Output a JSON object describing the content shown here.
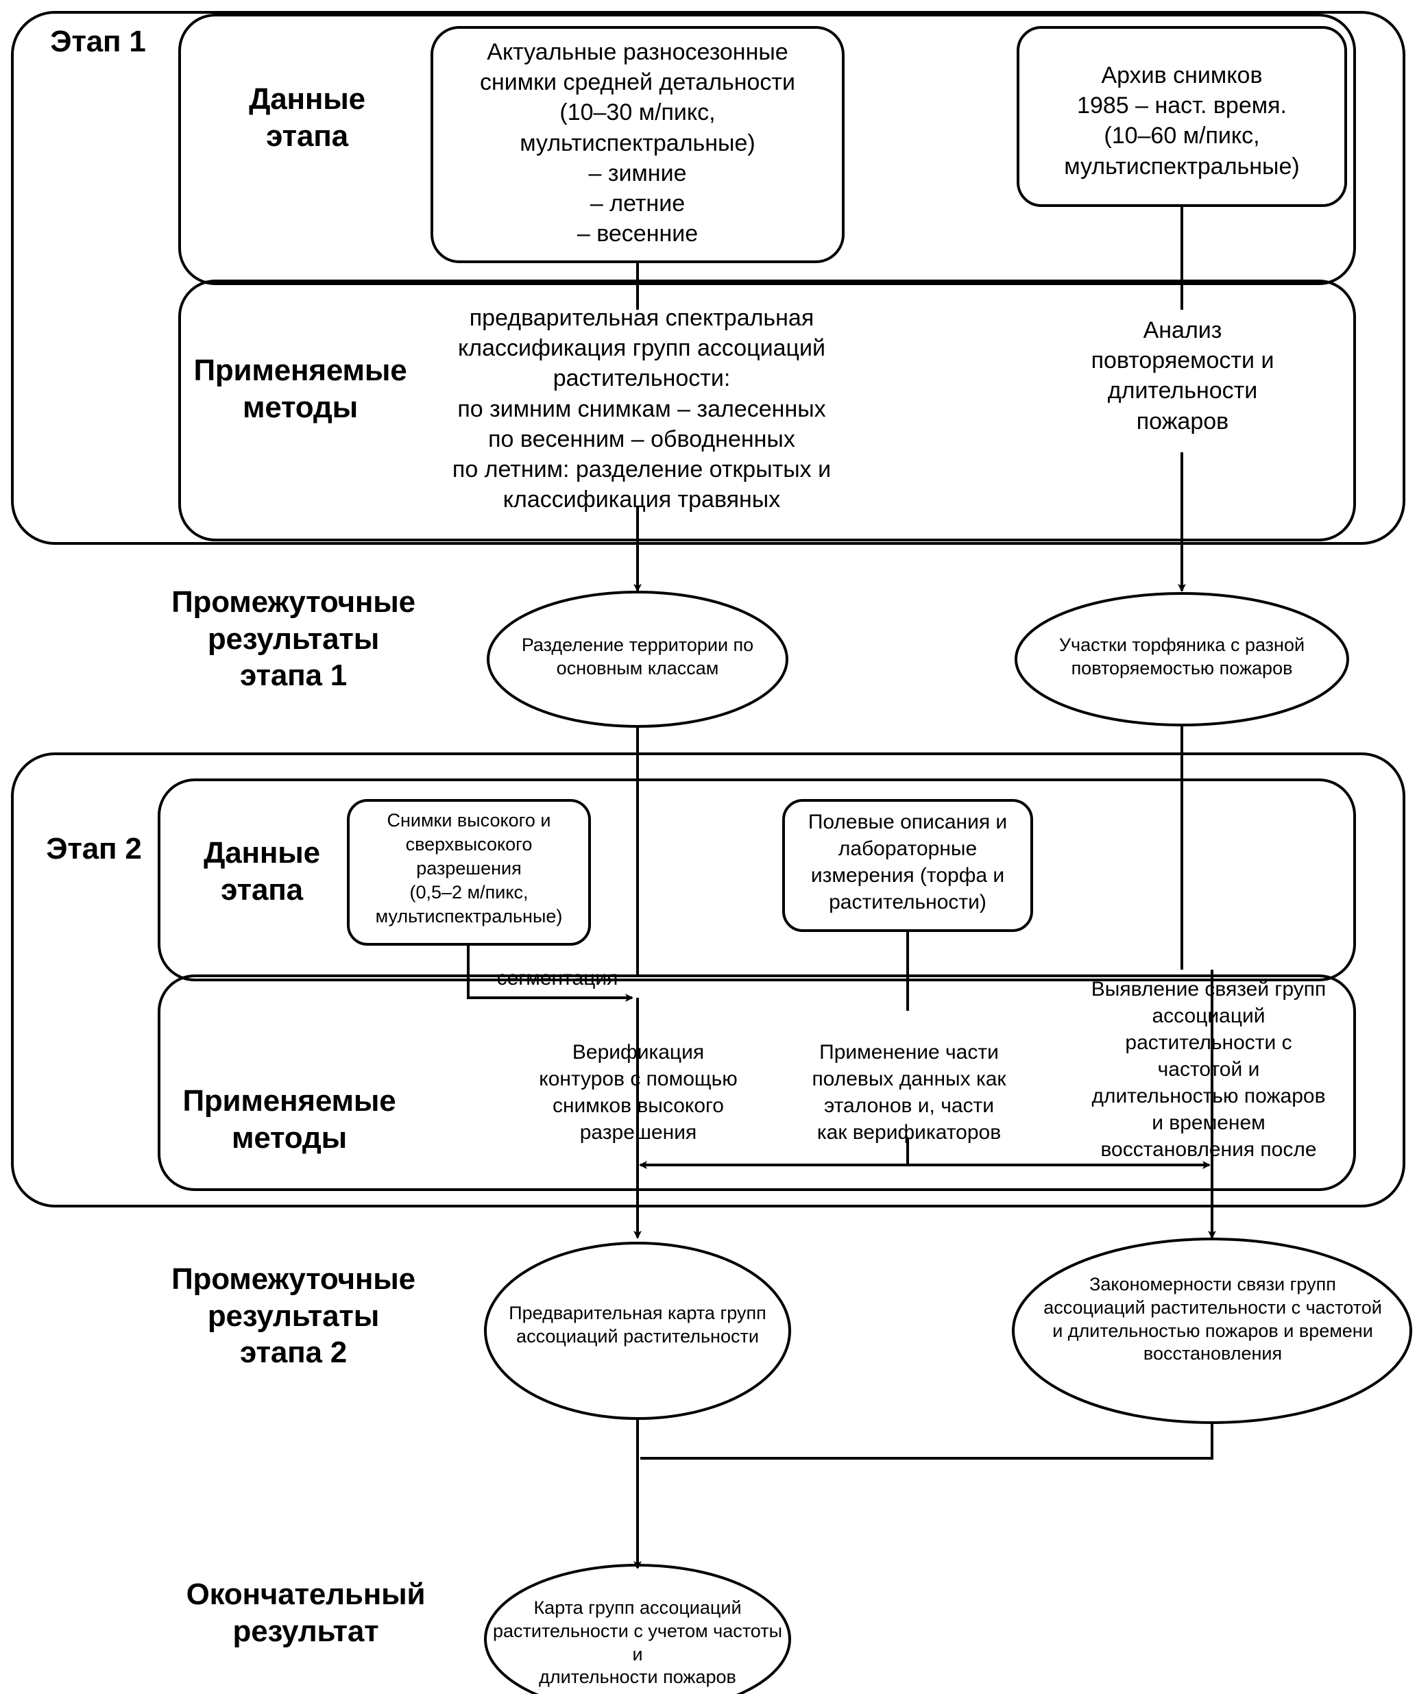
{
  "diagram": {
    "title_domain": "methodology-flowchart",
    "stage1": {
      "label": "Этап 1",
      "data_label": "Данные\nэтапа",
      "methods_label": "Применяемые\nметоды",
      "data_boxes": [
        {
          "text": "Актуальные разносезонные\nснимки средней детальности\n(10–30 м/пикс,\nмультиспектральные)\n– зимние\n– летние\n– весенние"
        },
        {
          "text": "Архив снимков\n1985 – наст. время.\n(10–60 м/пикс,\nмультиспектральные)"
        }
      ],
      "methods": [
        {
          "text": "предварительная спектральная\nклассификация групп ассоциаций\nрастительности:\nпо зимним снимкам – залесенных\nпо весенним – обводненных\nпо летним: разделение открытых и\nклассификация травяных"
        },
        {
          "text": "Анализ\nповторяемости и\nдлительности\nпожаров"
        }
      ],
      "results_label": "Промежуточные\nрезультаты\nэтапа 1",
      "results": [
        {
          "text": "Разделение территории по\nосновным классам"
        },
        {
          "text": "Участки торфяника с разной\nповторяемостью пожаров"
        }
      ]
    },
    "stage2": {
      "label": "Этап 2",
      "data_label": "Данные\nэтапа",
      "methods_label": "Применяемые\nметоды",
      "data_boxes": [
        {
          "text": "Снимки высокого и\nсверхвысокого\nразрешения\n(0,5–2 м/пикс,\nмультиспектральные)"
        },
        {
          "text": "Полевые описания и\nлабораторные\nизмерения (торфа и\nрастительности)"
        }
      ],
      "edge_label_segmentation": "сегментация",
      "methods": [
        {
          "text": "Верификация\nконтуров с помощью\nснимков высокого\nразрешения"
        },
        {
          "text": "Применение части\nполевых данных как\nэталонов и, части\nкак верификаторов"
        },
        {
          "text": "Выявление связей групп\nассоциаций\nрастительности с\nчастотой и\nдлительностью пожаров\nи временем\nвосстановления после"
        }
      ],
      "results_label": "Промежуточные\nрезультаты\nэтапа 2",
      "results": [
        {
          "text": "Предварительная карта групп\nассоциаций растительности"
        },
        {
          "text": "Закономерности связи групп\nассоциаций растительности с частотой\nи длительностью пожаров и времени\nвосстановления"
        }
      ]
    },
    "final": {
      "label": "Окончательный\nрезультат",
      "result": {
        "text": "Карта групп ассоциаций\nрастительности с учетом частоты и\nдлительности пожаров"
      }
    },
    "colors": {
      "stroke": "#000000",
      "background": "#ffffff"
    }
  }
}
